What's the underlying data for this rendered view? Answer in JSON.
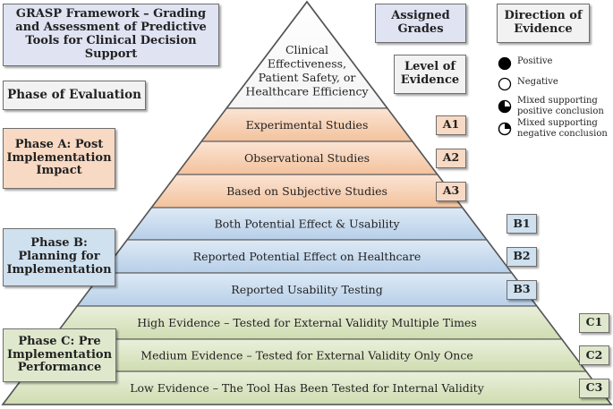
{
  "title": "GRASP Framework – Grading and Assessment of Predictive Tools for Clinical Decision Support",
  "phase_of_evaluation": "Phase of Evaluation",
  "phases": {
    "a": "Phase A: Post Implementation Impact",
    "b": "Phase B: Planning for Implementation",
    "c": "Phase C: Pre Implementation Performance"
  },
  "headers": {
    "assigned_grades": "Assigned Grades",
    "level_of_evidence": "Level of Evidence",
    "direction_of_evidence": "Direction of Evidence"
  },
  "apex": {
    "lines": [
      "Clinical",
      "Effectiveness,",
      "Patient Safety, or",
      "Healthcare Efficiency"
    ]
  },
  "tiers": [
    {
      "label": "Experimental Studies",
      "grade": "A1",
      "phase": "a"
    },
    {
      "label": "Observational Studies",
      "grade": "A2",
      "phase": "a"
    },
    {
      "label": "Based on Subjective Studies",
      "grade": "A3",
      "phase": "a"
    },
    {
      "label": "Both Potential Effect & Usability",
      "grade": "B1",
      "phase": "b"
    },
    {
      "label": "Reported Potential Effect on Healthcare",
      "grade": "B2",
      "phase": "b"
    },
    {
      "label": "Reported Usability Testing",
      "grade": "B3",
      "phase": "b"
    },
    {
      "label": "High Evidence – Tested for External Validity Multiple Times",
      "grade": "C1",
      "phase": "c"
    },
    {
      "label": "Medium Evidence – Tested for External Validity Only Once",
      "grade": "C2",
      "phase": "c"
    },
    {
      "label": "Low Evidence – The Tool Has Been Tested for Internal Validity",
      "grade": "C3",
      "phase": "c"
    }
  ],
  "legend": [
    {
      "icon": "filled-circle-icon",
      "label": "Positive"
    },
    {
      "icon": "empty-circle-icon",
      "label": "Negative"
    },
    {
      "icon": "three-quarter-circle-icon",
      "label": "Mixed supporting positive conclusion"
    },
    {
      "icon": "quarter-circle-icon",
      "label": "Mixed supporting negative conclusion"
    }
  ],
  "colors": {
    "phase_a": "#f5c8a6",
    "phase_b": "#bcd3ea",
    "phase_c": "#d3e0b5",
    "border": "#555555"
  }
}
